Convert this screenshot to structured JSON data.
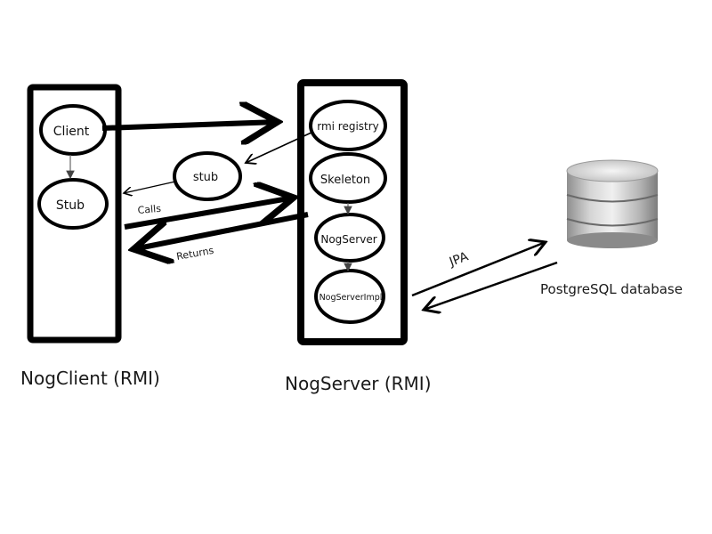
{
  "client": {
    "nodes": {
      "client": "Client",
      "stub": "Stub"
    },
    "caption": "NogClient (RMI)"
  },
  "server": {
    "nodes": {
      "registry": "rmi registry",
      "skeleton": "Skeleton",
      "nogserver": "NogServer",
      "impl": "NogServerImpl"
    },
    "caption": "NogServer (RMI)"
  },
  "middle": {
    "stub": "stub"
  },
  "arrows": {
    "calls": "Calls",
    "returns": "Returns",
    "jpa": "JPA"
  },
  "database": {
    "label": "PostgreSQL database"
  }
}
